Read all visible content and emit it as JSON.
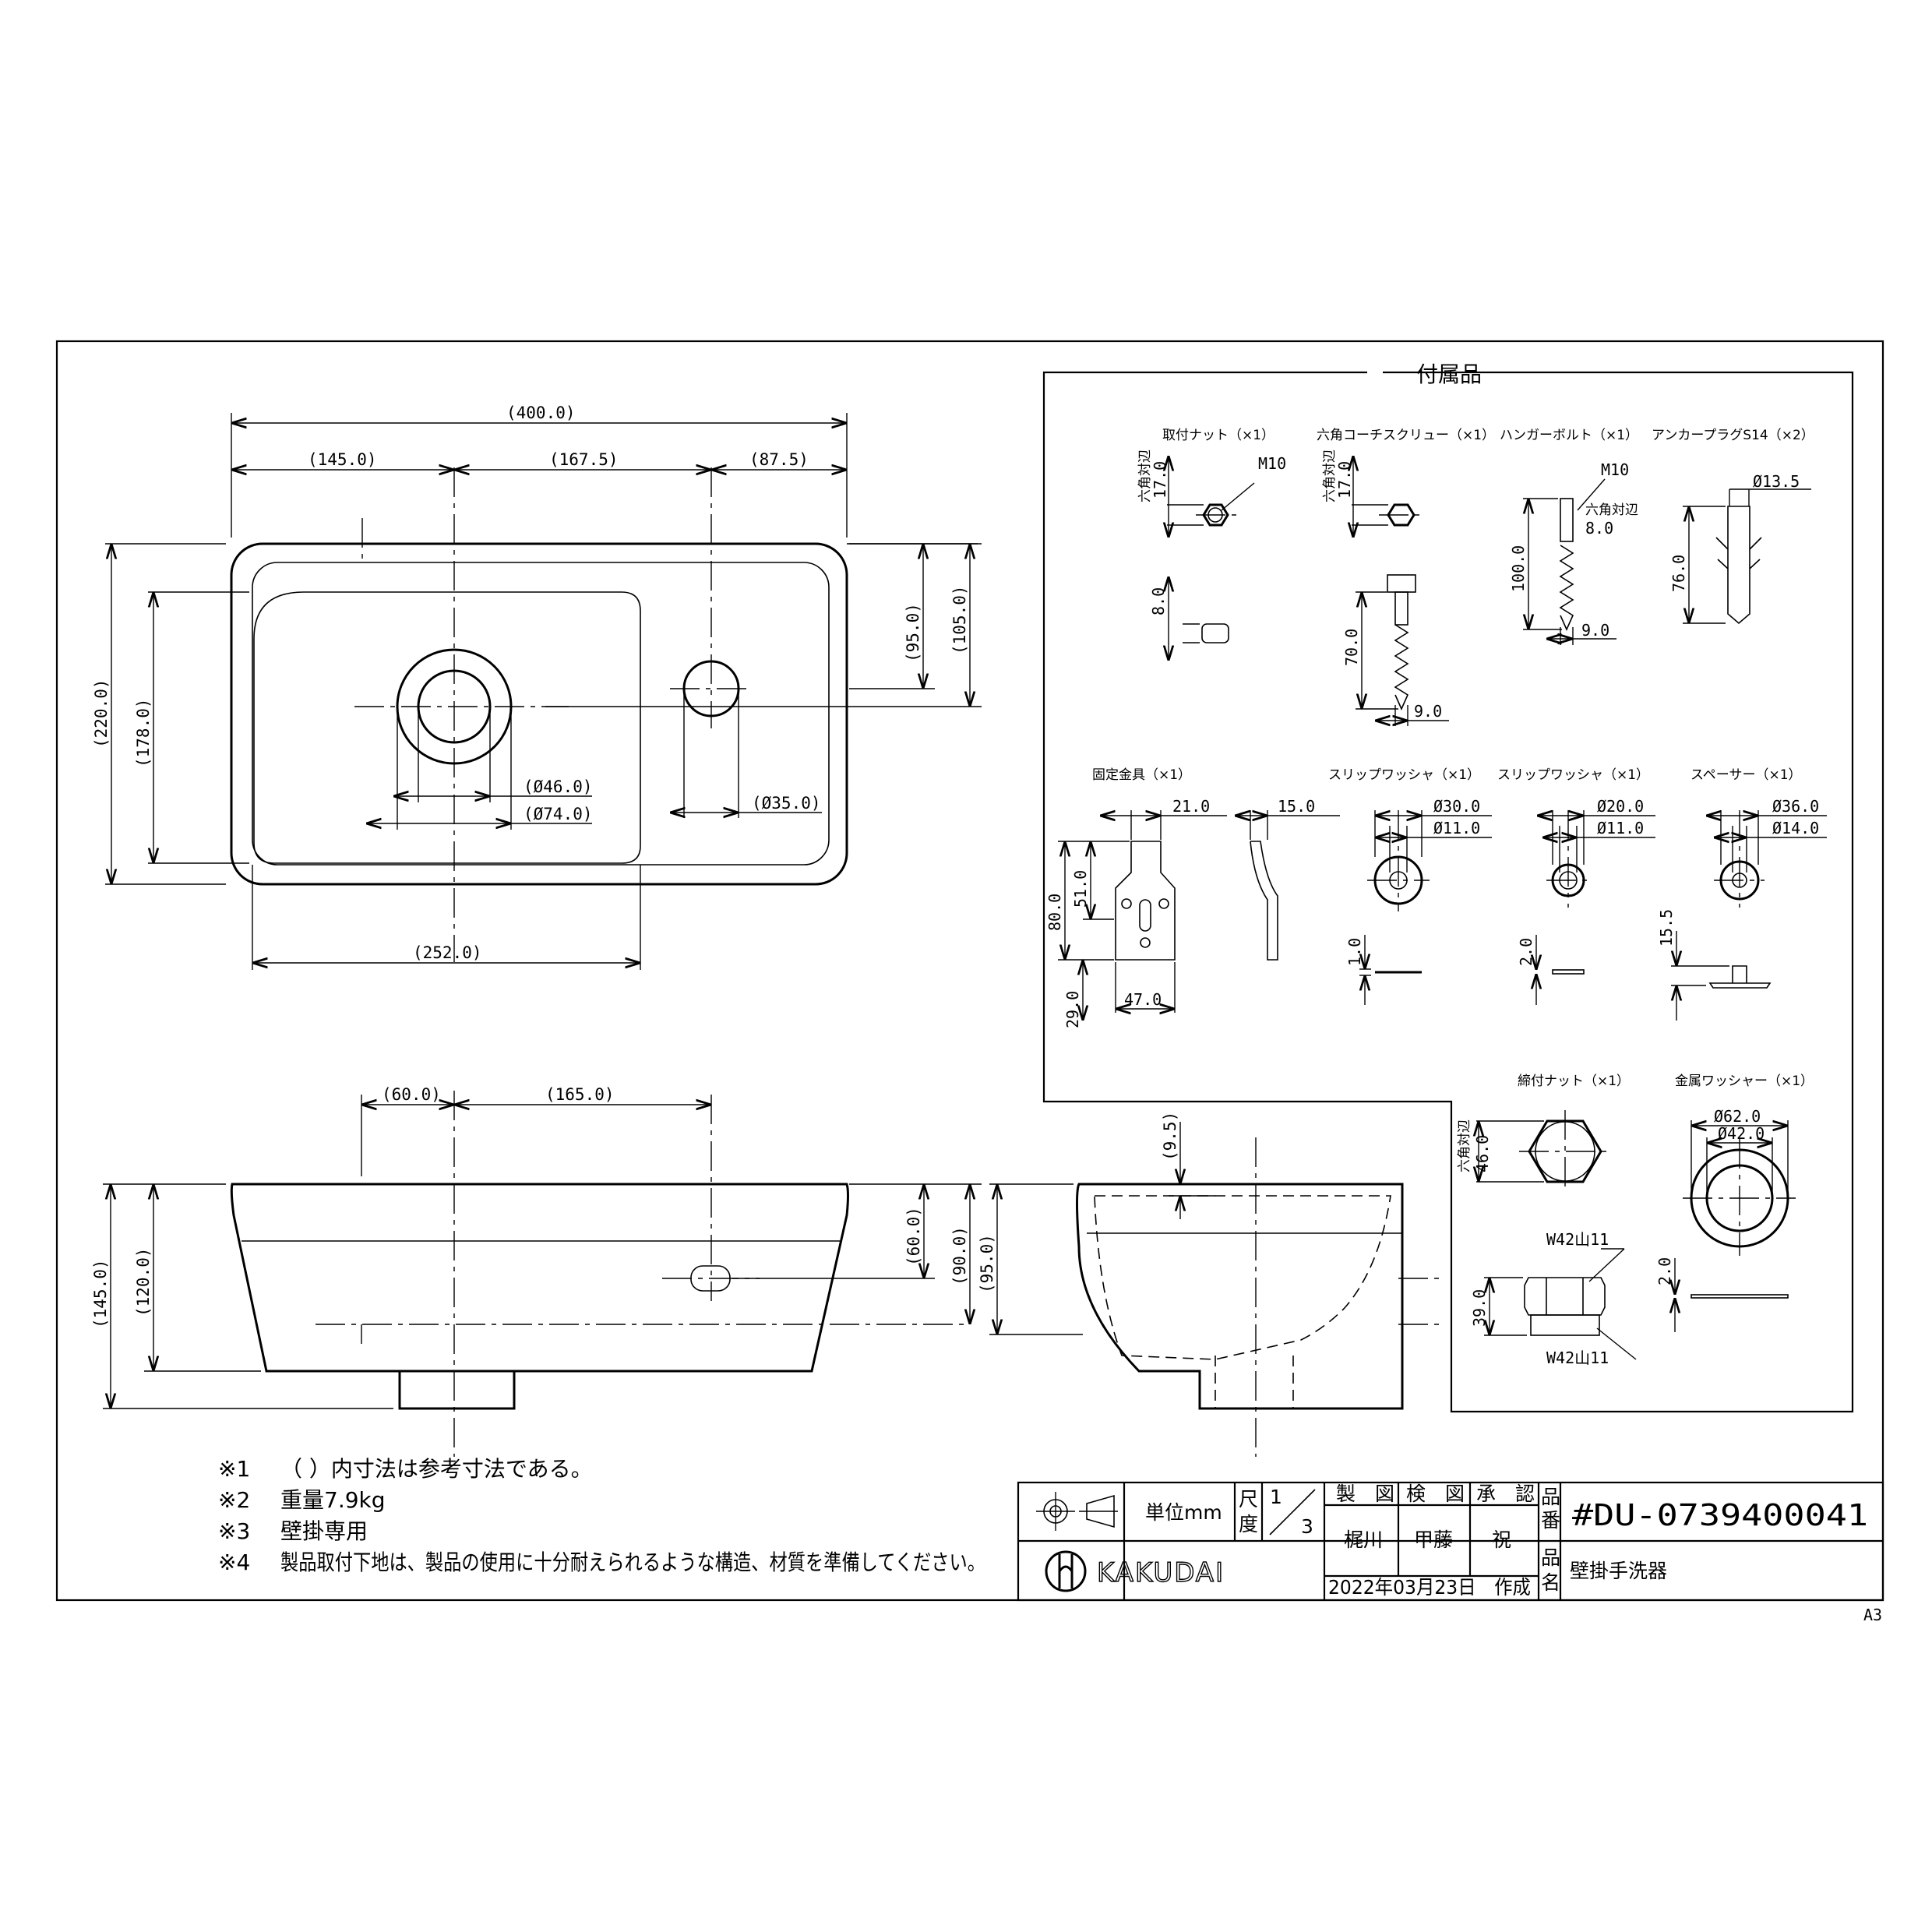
{
  "sheet_size": "A3",
  "accessories": {
    "title": "付属品",
    "parts": [
      {
        "label": "取付ナット（×1）",
        "dims": [
          "六角対辺",
          "17.0",
          "M10",
          "8.0"
        ]
      },
      {
        "label": "六角コーチスクリュー（×1）",
        "dims": [
          "六角対辺",
          "17.0",
          "70.0",
          "9.0"
        ]
      },
      {
        "label": "ハンガーボルト（×1）",
        "dims": [
          "M10",
          "六角対辺",
          "8.0",
          "100.0",
          "9.0"
        ]
      },
      {
        "label": "アンカープラグS14（×2）",
        "dims": [
          "Ø13.5",
          "76.0"
        ]
      },
      {
        "label": "固定金具（×1）",
        "dims": [
          "21.0",
          "15.0",
          "80.0",
          "51.0",
          "29.0",
          "47.0"
        ]
      },
      {
        "label": "スリップワッシャ（×1）",
        "dims": [
          "Ø30.0",
          "Ø11.0",
          "1.0"
        ]
      },
      {
        "label": "スリップワッシャ（×1）",
        "dims": [
          "Ø20.0",
          "Ø11.0",
          "2.0"
        ]
      },
      {
        "label": "スペーサー（×1）",
        "dims": [
          "Ø36.0",
          "Ø14.0",
          "15.5"
        ]
      },
      {
        "label": "締付ナット（×1）",
        "dims": [
          "六角対辺",
          "46.0",
          "W42山11",
          "39.0",
          "W42山11"
        ]
      },
      {
        "label": "金属ワッシャー（×1）",
        "dims": [
          "Ø62.0",
          "Ø42.0",
          "2.0"
        ]
      }
    ]
  },
  "top_view": {
    "dims": [
      "(400.0)",
      "(145.0)",
      "(167.5)",
      "(87.5)",
      "(220.0)",
      "(178.0)",
      "(95.0)",
      "(105.0)",
      "(Ø46.0)",
      "(Ø74.0)",
      "(Ø35.0)",
      "(252.0)"
    ]
  },
  "front_view": {
    "dims": [
      "(60.0)",
      "(165.0)",
      "(145.0)",
      "(120.0)",
      "(60.0)",
      "(90.0)"
    ]
  },
  "side_view": {
    "dims": [
      "(95.0)",
      "(9.5)"
    ]
  },
  "notes": [
    {
      "mark": "※1",
      "text": "（ ）内寸法は参考寸法である。"
    },
    {
      "mark": "※2",
      "text": "重量7.9kg"
    },
    {
      "mark": "※3",
      "text": "壁掛専用"
    },
    {
      "mark": "※4",
      "text": "製品取付下地は、製品の使用に十分耐えられるような構造、材質を準備してください。"
    }
  ],
  "title_block": {
    "unit_label": "単位mm",
    "scale_label_1": "尺",
    "scale_label_2": "度",
    "scale_num": "1",
    "scale_den": "3",
    "drawn_label": "製　図",
    "checked_label": "検　図",
    "approved_label": "承　認",
    "drawn_by": "梶川",
    "checked_by": "甲藤",
    "approved_by": "祝",
    "date": "2022年03月23日　作成",
    "product_no_label_1": "品",
    "product_no_label_2": "番",
    "product_no": "#DU-0739400041",
    "product_name_label_1": "品",
    "product_name_label_2": "名",
    "product_name": "壁掛手洗器",
    "company": "KAKUDAI"
  },
  "colors": {
    "line": "#000000",
    "background": "#ffffff"
  }
}
